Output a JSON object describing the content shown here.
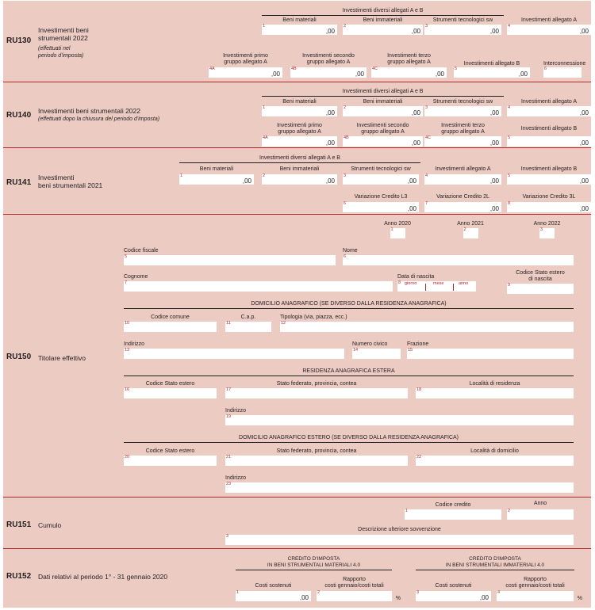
{
  "ru130": {
    "code": "RU130",
    "title_l1": "Investimenti beni",
    "title_l2": "strumentali 2022",
    "note_l1": "(effettuati nel",
    "note_l2": "periodo d'imposta)",
    "group_header": "Investimenti diversi allegati A e B",
    "row1": [
      {
        "label1": "Beni materiali",
        "label2": "",
        "n": "1",
        "value": ",00"
      },
      {
        "label1": "Beni immateriali",
        "label2": "",
        "n": "2",
        "value": ",00"
      },
      {
        "label1": "Strumenti tecnologici sw",
        "label2": "",
        "n": "3",
        "value": ",00"
      },
      {
        "label1": "Investimenti allegato A",
        "label2": "",
        "n": "4",
        "value": ",00"
      }
    ],
    "row2": [
      {
        "label1": "Investimenti primo",
        "label2": "gruppo allegato A",
        "n": "4A",
        "value": ",00"
      },
      {
        "label1": "Investimenti secondo",
        "label2": "gruppo allegato A",
        "n": "4B",
        "value": ",00"
      },
      {
        "label1": "Investimenti terzo",
        "label2": "gruppo allegato A",
        "n": "4C",
        "value": ",00"
      },
      {
        "label1": "Investimenti allegato B",
        "label2": "",
        "n": "5",
        "value": ",00"
      },
      {
        "label1": "Interconnessione",
        "label2": "",
        "n": "6",
        "value": ""
      }
    ]
  },
  "ru140": {
    "code": "RU140",
    "title": "Investimenti beni strumentali 2022",
    "note": "(effettuati dopo la chiusura del periodo d'imposta)",
    "group_header": "Investimenti diversi allegati A e B",
    "row1": [
      {
        "label1": "Beni materiali",
        "label2": "",
        "n": "1",
        "value": ",00"
      },
      {
        "label1": "Beni immateriali",
        "label2": "",
        "n": "2",
        "value": ",00"
      },
      {
        "label1": "Strumenti tecnologici sw",
        "label2": "",
        "n": "3",
        "value": ",00"
      },
      {
        "label1": "Investimenti allegato A",
        "label2": "",
        "n": "4",
        "value": ",00"
      }
    ],
    "row2": [
      {
        "label1": "Investimenti primo",
        "label2": "gruppo allegato A",
        "n": "4A",
        "value": ",00"
      },
      {
        "label1": "Investimenti secondo",
        "label2": "gruppo allegato A",
        "n": "4B",
        "value": ",00"
      },
      {
        "label1": "Investimenti terzo",
        "label2": "gruppo allegato A",
        "n": "4C",
        "value": ",00"
      },
      {
        "label1": "Investimenti allegato B",
        "label2": "",
        "n": "5",
        "value": ",00"
      }
    ]
  },
  "ru141": {
    "code": "RU141",
    "title_l1": "Investimenti",
    "title_l2": "beni strumentali 2021",
    "group_header": "Investimenti diversi allegati A e B",
    "row1": [
      {
        "label": "Beni materiali",
        "n": "1",
        "value": ",00"
      },
      {
        "label": "Beni immateriali",
        "n": "2",
        "value": ",00"
      },
      {
        "label": "Strumenti tecnologici sw",
        "n": "3",
        "value": ",00"
      },
      {
        "label": "Investimenti allegato A",
        "n": "4",
        "value": ",00"
      },
      {
        "label": "Investimenti allegato B",
        "n": "5",
        "value": ",00"
      }
    ],
    "row2": [
      {
        "label": "Variazione Credito L3",
        "n": "6",
        "value": ",00"
      },
      {
        "label": "Variazione  Credito 2L",
        "n": "7",
        "value": ",00"
      },
      {
        "label": "Variazione  Credito 3L",
        "n": "8",
        "value": ",00"
      }
    ]
  },
  "ru150": {
    "code": "RU150",
    "title": "Titolare effettivo",
    "years": [
      {
        "label": "Anno 2020",
        "n": "1"
      },
      {
        "label": "Anno 2021",
        "n": "2"
      },
      {
        "label": "Anno 2022",
        "n": "3"
      }
    ],
    "codice_fiscale": {
      "label": "Codice fiscale",
      "n": "5"
    },
    "nome": {
      "label": "Nome",
      "n": "6"
    },
    "cognome": {
      "label": "Cognome",
      "n": "7"
    },
    "data_nascita": {
      "label": "Data di nascita",
      "n": "8",
      "giorno": "giorno",
      "mese": "mese",
      "anno": "anno"
    },
    "stato_nascita": {
      "label1": "Codice Stato estero",
      "label2": "di nascita",
      "n": "9"
    },
    "domicilio_header": "DOMICILIO ANAGRAFICO (SE DIVERSO DALLA RESIDENZA ANAGRAFICA)",
    "codice_comune": {
      "label": "Codice comune",
      "n": "10"
    },
    "cap": {
      "label": "C.a.p.",
      "n": "11"
    },
    "tipologia": {
      "label": "Tipologia (via, piazza, ecc.)",
      "n": "12"
    },
    "indirizzo": {
      "label": "Indirizzo",
      "n": "13"
    },
    "numero_civico": {
      "label": "Numero civico",
      "n": "14"
    },
    "frazione": {
      "label": "Frazione",
      "n": "15"
    },
    "residenza_header": "RESIDENZA ANAGRAFICA ESTERA",
    "res_stato": {
      "label": "Codice Stato estero",
      "n": "16"
    },
    "res_provincia": {
      "label": "Stato federato, provincia, contea",
      "n": "17"
    },
    "res_localita": {
      "label": "Località di residenza",
      "n": "18"
    },
    "res_indirizzo": {
      "label": "Indirizzo",
      "n": "19"
    },
    "domestero_header": "DOMICILIO ANAGRAFICO ESTERO (SE DIVERSO DALLA RESIDENZA ANAGRAFICA)",
    "dom_stato": {
      "label": "Codice Stato estero",
      "n": "20"
    },
    "dom_provincia": {
      "label": "Stato federato, provincia, contea",
      "n": "21"
    },
    "dom_localita": {
      "label": "Località di domicilio",
      "n": "22"
    },
    "dom_indirizzo": {
      "label": "Indirizzo",
      "n": "23"
    }
  },
  "ru151": {
    "code": "RU151",
    "title": "Cumulo",
    "codice_credito": {
      "label": "Codice credito",
      "n": "1"
    },
    "anno": {
      "label": "Anno",
      "n": "2"
    },
    "descrizione": {
      "label": "Descrizione ulteriore sovvenzione",
      "n": "3"
    }
  },
  "ru152": {
    "code": "RU152",
    "title": "Dati relativi al periodo 1° - 31 gennaio 2020",
    "mat_header_l1": "CREDITO D'IMPOSTA",
    "mat_header_l2": "IN BENI STRUMENTALI MATERIALI 4.0",
    "imm_header_l1": "CREDITO D'IMPOSTA",
    "imm_header_l2": "IN BENI STRUMENTALI IMMATERIALI 4.0",
    "fields": [
      {
        "label1": "Costi sostenuti",
        "label2": "",
        "n": "1",
        "value": ",00",
        "pct": ""
      },
      {
        "label1": "Rapporto",
        "label2": "costi gennaio/costi totali",
        "n": "2",
        "value": "",
        "pct": "%"
      },
      {
        "label1": "Costi sostenuti",
        "label2": "",
        "n": "3",
        "value": ",00",
        "pct": ""
      },
      {
        "label1": "Rapporto",
        "label2": "costi gennaio/costi totali",
        "n": "4",
        "value": "",
        "pct": "%"
      }
    ]
  }
}
